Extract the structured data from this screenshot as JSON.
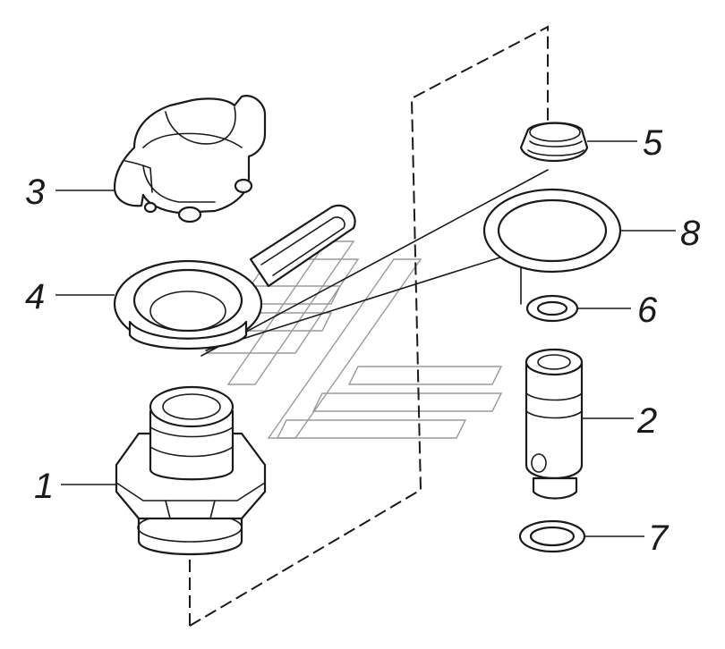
{
  "callouts": [
    {
      "id": "1",
      "label": "1"
    },
    {
      "id": "2",
      "label": "2"
    },
    {
      "id": "3",
      "label": "3"
    },
    {
      "id": "4",
      "label": "4"
    },
    {
      "id": "5",
      "label": "5"
    },
    {
      "id": "6",
      "label": "6"
    },
    {
      "id": "7",
      "label": "7"
    },
    {
      "id": "8",
      "label": "8"
    }
  ],
  "colors": {
    "line": "#1a1a1a",
    "watermark": "#9a9a9a",
    "background": "#ffffff"
  }
}
